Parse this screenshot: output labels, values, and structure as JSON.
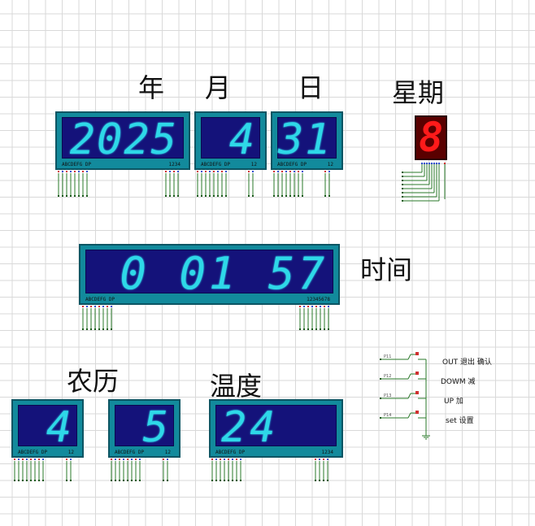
{
  "labels": {
    "year": "年",
    "month": "月",
    "day": "日",
    "weekday": "星期",
    "time": "时间",
    "lunar": "农历",
    "temperature": "温度"
  },
  "displays": {
    "year": "2025",
    "month": "4",
    "day": "31",
    "weekday": "8",
    "time": "0 01 57",
    "lunar_month": "4",
    "lunar_day": "5",
    "temperature": "24"
  },
  "pin_labels": {
    "year_left": "ABCDEFG DP",
    "year_right": "1234",
    "month_left": "ABCDEFG DP",
    "month_right": "12",
    "day_left": "ABCDEFG DP",
    "day_right": "12",
    "time_left": "ABCDEFG DP",
    "time_right": "12345678",
    "lunar_month_left": "ABCDEFG DP",
    "lunar_month_right": "12",
    "lunar_day_left": "ABCDEFG DP",
    "lunar_day_right": "12",
    "temp_left": "ABCDEFG DP",
    "temp_right": "1234"
  },
  "buttons": [
    {
      "pin": "P11",
      "label": "OUT  退出 确认"
    },
    {
      "pin": "P12",
      "label": "DOWM  减"
    },
    {
      "pin": "P13",
      "label": "UP  加"
    },
    {
      "pin": "P14",
      "label": "set 设置"
    }
  ],
  "colors": {
    "lcd_frame": "#128a9c",
    "lcd_screen": "#14127a",
    "lcd_digit": "#2ed8e8",
    "seg7_digit": "#ff1a1a"
  }
}
